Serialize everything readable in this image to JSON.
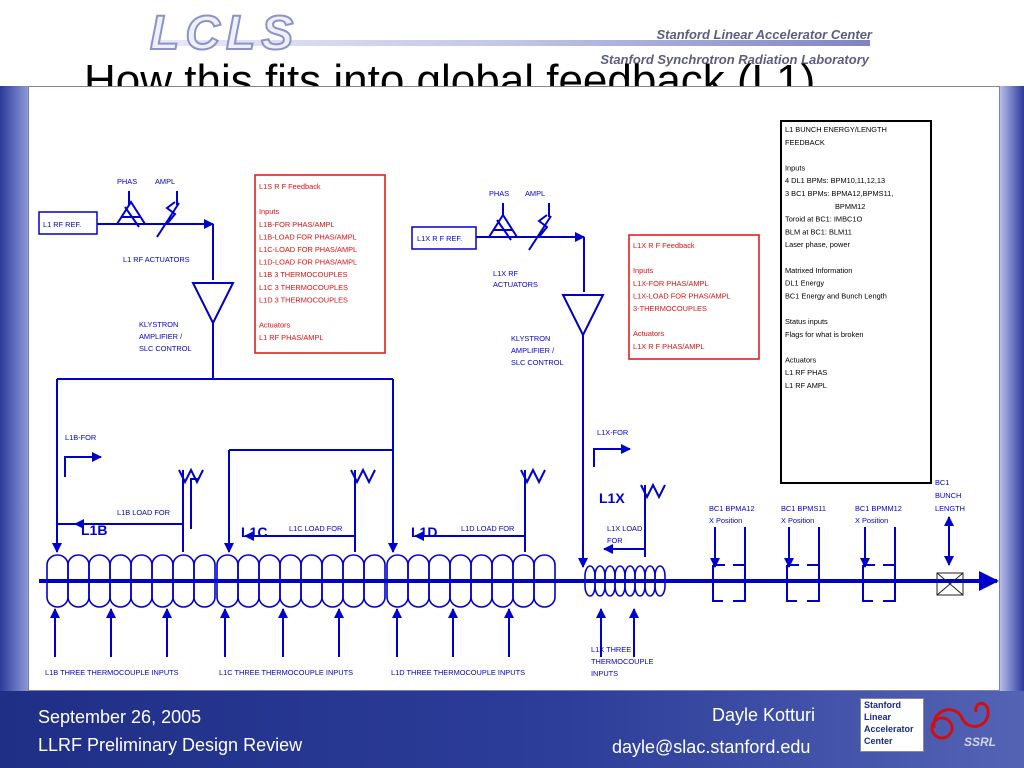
{
  "header": {
    "logo": "LCLS",
    "org_line1": "Stanford Linear Accelerator Center",
    "org_line2": "Stanford Synchrotron Radiation Laboratory",
    "title": "How this fits into global feedback (L1)"
  },
  "footer": {
    "date": "September 26, 2005",
    "event": "LLRF Preliminary Design Review",
    "author": "Dayle Kotturi",
    "email": "dayle@slac.stanford.edu",
    "slac_logo": [
      "Stanford",
      "Linear",
      "Accelerator",
      "Center"
    ],
    "ssrl_logo": "SSRL"
  },
  "diagram": {
    "l1": {
      "phas": "PHAS",
      "ampl": "AMPL",
      "rf_ref": "L1 RF REF.",
      "actuators": "L1 RF ACTUATORS",
      "klystron": [
        "KLYSTRON",
        "AMPLIFIER /",
        "SLC CONTROL"
      ],
      "feedback_box": [
        "L1S R F Feedback",
        "",
        "Inputs",
        "L1B-FOR PHAS/AMPL",
        "L1B-LOAD FOR PHAS/AMPL",
        "L1C-LOAD FOR PHAS/AMPL",
        "L1D-LOAD FOR PHAS/AMPL",
        "L1B 3 THERMOCOUPLES",
        "L1C 3 THERMOCOUPLES",
        "L1D 3 THERMOCOUPLES",
        "",
        "Actuators",
        "L1 RF PHAS/AMPL"
      ],
      "l1b_for": "L1B-FOR",
      "l1b_load_for": "L1B LOAD FOR",
      "l1c_load_for": "L1C LOAD FOR",
      "l1d_load_for": "L1D LOAD FOR",
      "sections": [
        "L1B",
        "L1C",
        "L1D"
      ],
      "thermo": [
        "L1B THREE THERMOCOUPLE INPUTS",
        "L1C THREE THERMOCOUPLE INPUTS",
        "L1D THREE THERMOCOUPLE INPUTS"
      ]
    },
    "l1x": {
      "phas": "PHAS",
      "ampl": "AMPL",
      "rf_ref": "L1X R F REF.",
      "actuators": [
        "L1X RF",
        "ACTUATORS"
      ],
      "klystron": [
        "KLYSTRON",
        "AMPLIFIER /",
        "SLC CONTROL"
      ],
      "feedback_box": [
        "L1X R F Feedback",
        "",
        "Inputs",
        "L1X-FOR PHAS/AMPL",
        "L1X-LOAD FOR PHAS/AMPL",
        "3-THERMOCOUPLES",
        "",
        "Actuators",
        "L1X R F PHAS/AMPL"
      ],
      "for_label": "L1X-FOR",
      "section": "L1X",
      "load_for": [
        "L1X LOAD",
        "FOR"
      ],
      "thermo": [
        "L1X THREE",
        "THERMOCOUPLE",
        "INPUTS"
      ]
    },
    "global_box": [
      "L1 BUNCH ENERGY/LENGTH",
      "FEEDBACK",
      "",
      "Inputs",
      "4 DL1 BPMs: BPM10,11,12,13",
      "3 BC1 BPMs: BPMA12,BPMS11,",
      "BPMM12",
      "Toroid at BC1: IMBC1O",
      "BLM at BC1: BLM11",
      "Laser phase, power",
      "",
      "Matrixed Information",
      "DL1 Energy",
      "BC1 Energy and Bunch Length",
      "",
      "Status inputs",
      "Flags for what is broken",
      "",
      "Actuators",
      "L1 RF PHAS",
      "L1 RF AMPL"
    ],
    "bpms": [
      {
        "name": "BC1 BPMA12",
        "pos": "X Position"
      },
      {
        "name": "BC1 BPMS11",
        "pos": "X Position"
      },
      {
        "name": "BC1 BPMM12",
        "pos": "X Position"
      }
    ],
    "bunch_length": [
      "BC1",
      "BUNCH",
      "LENGTH"
    ],
    "colors": {
      "line": "#0000cc",
      "box_red": "#e01010",
      "bg_dark": "#1f2f86"
    }
  }
}
